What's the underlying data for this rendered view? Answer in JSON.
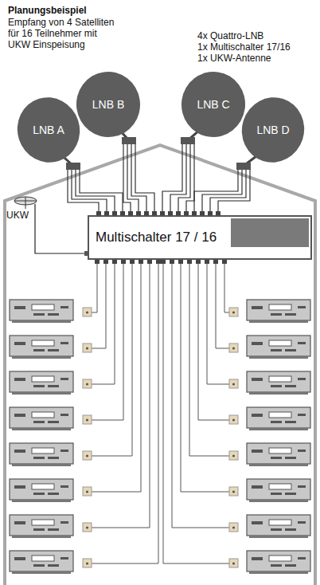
{
  "diagram": {
    "title": "Planungsbeispiel",
    "nodes": [
      {
        "text": [
          "LNB A"
        ]
      },
      {
        "text": [
          "LNB B"
        ]
      },
      {
        "text": [
          "LNB C"
        ]
      },
      {
        "text": [
          "LNB D"
        ]
      },
      {
        "text": [
          "Multischalter 17 / 16"
        ]
      }
    ],
    "edges": [
      {
        "from": 0,
        "to": 4,
        "arrow": "none"
      },
      {
        "from": 1,
        "to": 4,
        "arrow": "none"
      },
      {
        "from": 2,
        "to": 4,
        "arrow": "none"
      },
      {
        "from": 3,
        "to": 4,
        "arrow": "none"
      }
    ],
    "labels": [
      "Empfang von 4 Satelliten für 16 Teilnehmer mit UKW Einspeisung",
      "4x Quattro-LNB",
      "1x Multischalter 17/16",
      "1x UKW-Antenne",
      "UKW"
    ]
  }
}
